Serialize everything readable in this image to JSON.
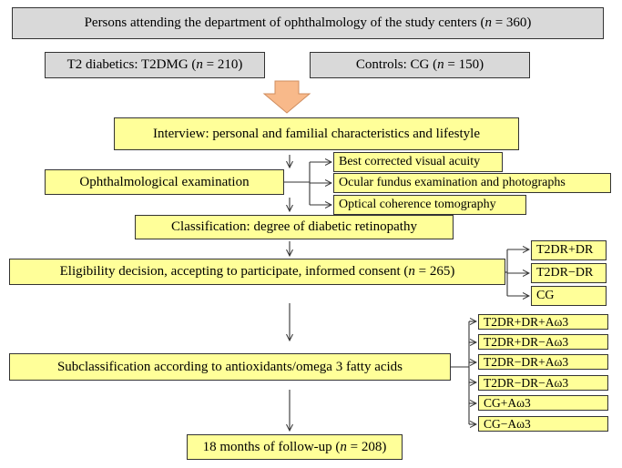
{
  "colors": {
    "header_fill": "#d9d9d9",
    "box_fill": "#ffff99",
    "arrow_fill": "#f8b98a",
    "border": "#333333"
  },
  "header": {
    "text_before": "Persons attending the department of ophthalmology of the study centers (",
    "n_symbol": "n",
    "text_after": " = 360)"
  },
  "groups": [
    {
      "text_before": "T2 diabetics: T2DMG (",
      "n_symbol": "n",
      "text_after": " = 210)"
    },
    {
      "text_before": "Controls: CG (",
      "n_symbol": "n",
      "text_after": " = 150)"
    }
  ],
  "steps": {
    "interview": "Interview: personal and familial characteristics and lifestyle",
    "ophthalmological": "Ophthalmological examination",
    "classification": "Classification: degree of diabetic retinopathy",
    "eligibility": {
      "text_before": "Eligibility decision, accepting to participate, informed consent (",
      "n_symbol": "n",
      "text_after": " = 265)"
    },
    "subclassification": "Subclassification according to antioxidants/omega 3 fatty acids",
    "followup": {
      "text_before": "18 months of follow-up (",
      "n_symbol": "n",
      "text_after": " = 208)"
    }
  },
  "exams": [
    "Best corrected visual acuity",
    "Ocular fundus examination and photographs",
    "Optical coherence tomography"
  ],
  "eligibility_groups": [
    "T2DR+DR",
    "T2DR−DR",
    "CG"
  ],
  "subgroups": [
    "T2DR+DR+Aω3",
    "T2DR+DR−Aω3",
    "T2DR−DR+Aω3",
    "T2DR−DR−Aω3",
    "CG+Aω3",
    "CG−Aω3"
  ]
}
